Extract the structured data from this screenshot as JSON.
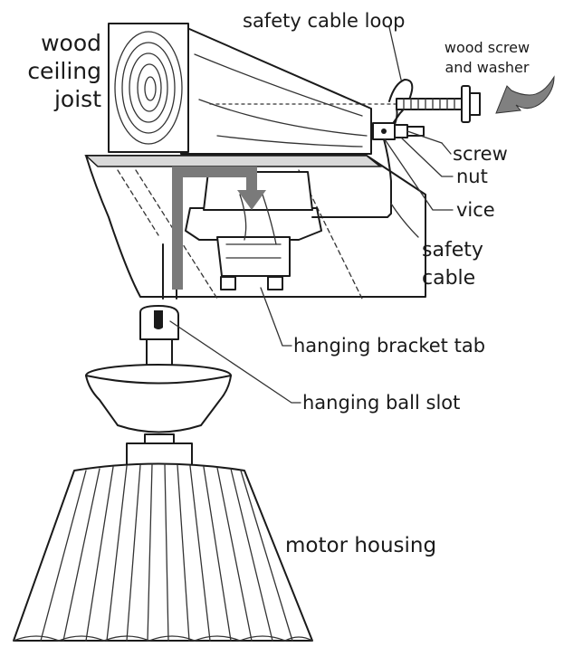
{
  "labels": {
    "joist_line1": "wood",
    "joist_line2": "ceiling",
    "joist_line3": "joist",
    "safety_cable_loop": "safety cable loop",
    "wood_screw_line1": "wood screw",
    "wood_screw_line2": "and washer",
    "screw": "screw",
    "nut": "nut",
    "vice": "vice",
    "safety_cable_line1": "safety",
    "safety_cable_line2": "cable",
    "hanging_bracket_tab": "hanging bracket tab",
    "hanging_ball_slot": "hanging ball slot",
    "motor_housing": "motor housing"
  },
  "colors": {
    "line": "#1a1a1a",
    "arrow_gray": "#7a7a7a",
    "wood_gray": "#c8c8c8",
    "background": "#ffffff"
  }
}
